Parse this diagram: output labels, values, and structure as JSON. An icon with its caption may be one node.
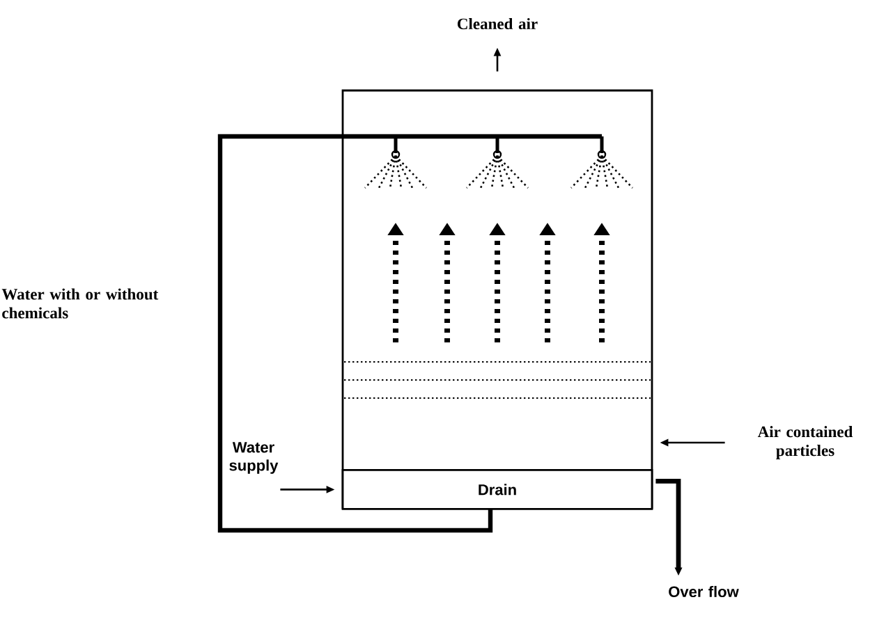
{
  "diagram": {
    "nodes": [
      {
        "text": [],
        "shape": "box"
      },
      {
        "text": [
          "Drain"
        ],
        "in": 0
      },
      {
        "text": [
          "Cleaned air"
        ]
      },
      {
        "text": [
          "Water supply"
        ]
      },
      {
        "text": [
          "Air contained particles"
        ]
      },
      {
        "text": [
          "Over flow"
        ]
      }
    ],
    "edges": [
      {
        "from": 0,
        "to": 2,
        "arrow": "to"
      },
      {
        "from": 3,
        "to": 1,
        "arrow": "to"
      },
      {
        "from": 4,
        "to": 0,
        "arrow": "to"
      },
      {
        "from": 1,
        "to": 5,
        "arrow": "to",
        "style": "thick"
      }
    ],
    "labels": [
      "Water with or without chemicals"
    ]
  }
}
